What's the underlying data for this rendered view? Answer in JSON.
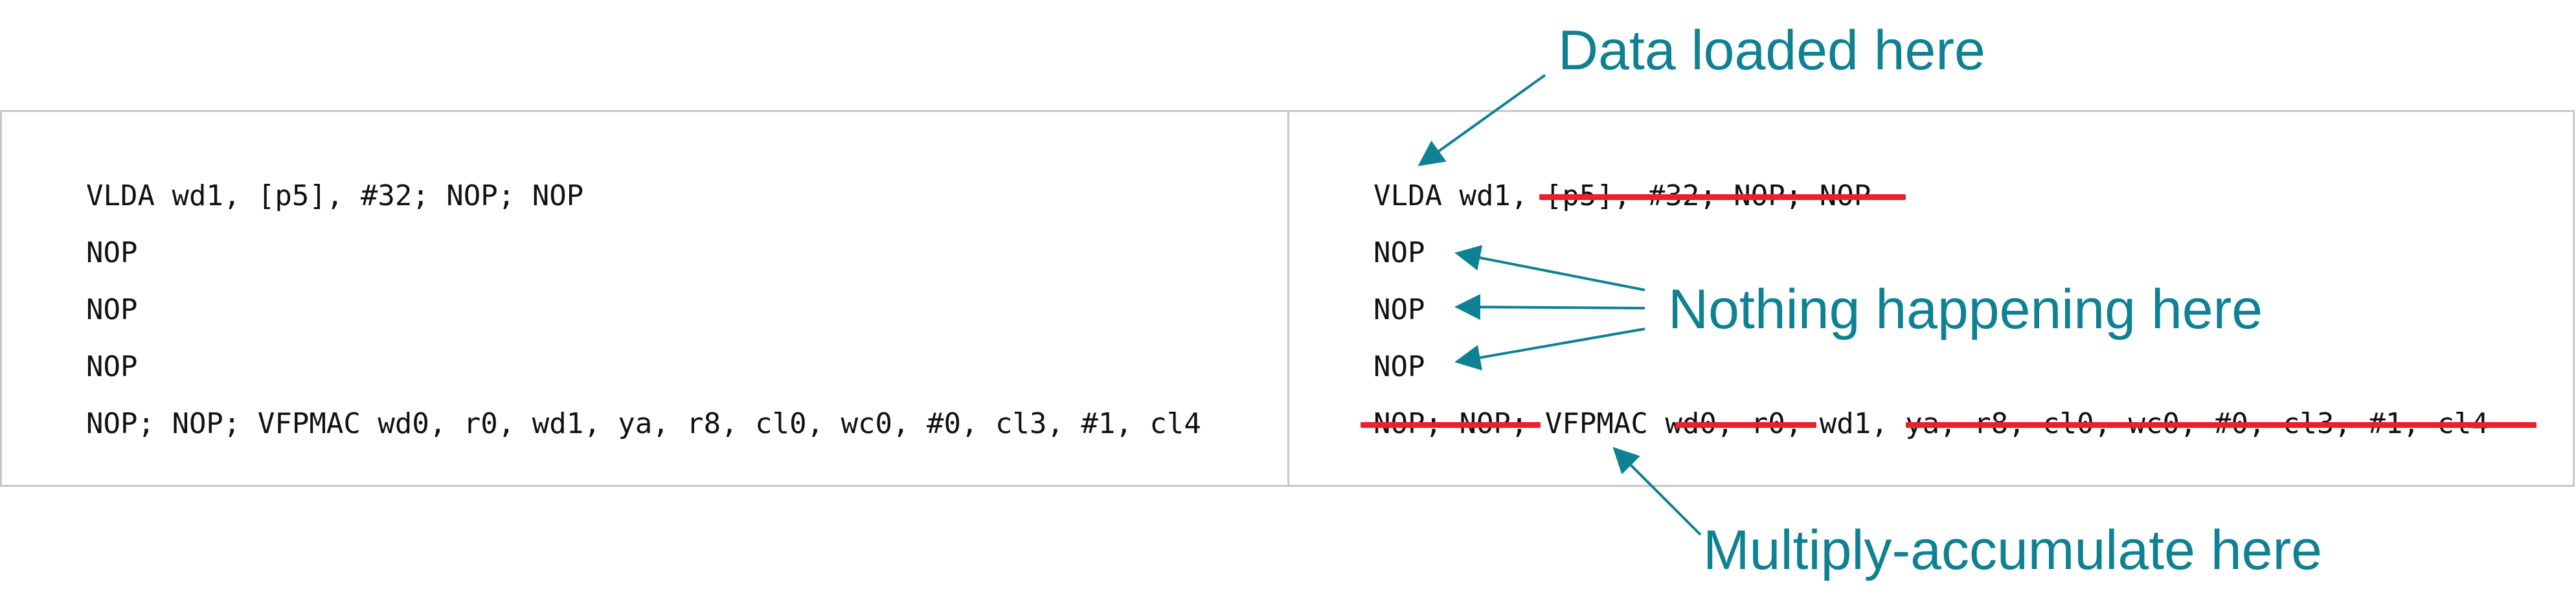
{
  "left_panel": {
    "lines": [
      "VLDA wd1, [p5], #32; NOP; NOP",
      "NOP",
      "NOP",
      "NOP",
      "NOP; NOP; VFPMAC wd0, r0, wd1, ya, r8, cl0, wc0, #0, cl3, #1, cl4"
    ]
  },
  "right_panel": {
    "lines": [
      "VLDA wd1, [p5], #32; NOP; NOP",
      "NOP",
      "NOP",
      "NOP",
      "NOP; NOP; VFPMAC wd0, r0, wd1, ya, r8, cl0, wc0, #0, cl3, #1, cl4"
    ]
  },
  "annotations": {
    "data_loaded": "Data loaded here",
    "nothing_happening": "Nothing happening here",
    "multiply_accumulate": "Multiply-accumulate here"
  },
  "colors": {
    "annotation": "#0e8193",
    "strike": "#e8212a",
    "border": "#c7c7c7",
    "code": "#111111"
  }
}
